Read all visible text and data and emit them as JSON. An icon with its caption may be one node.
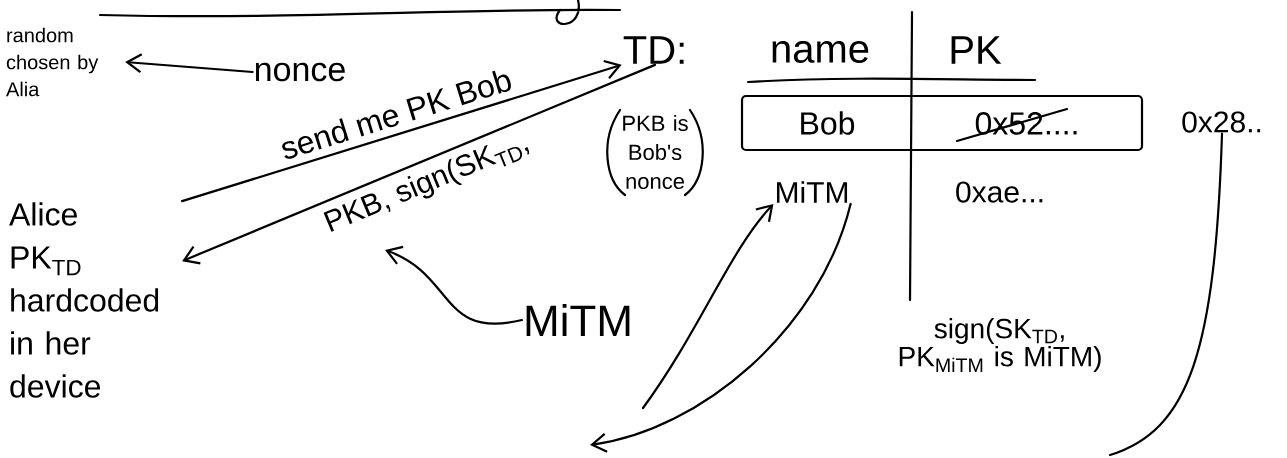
{
  "diagram": {
    "nodes": [
      {
        "text": [
          "random chosen by Alia"
        ]
      },
      {
        "text": [
          "nonce"
        ]
      },
      {
        "text": [
          "Alice",
          "PK$_{TD}$ hardcoded in her device"
        ]
      },
      {
        "text": [
          "TD:"
        ]
      },
      {
        "text": [
          "Bob",
          "0x52...."
        ]
      },
      {
        "text": [
          "0x28.."
        ]
      },
      {
        "text": [
          "MiTM"
        ]
      },
      {
        "text": [
          "MiTM"
        ]
      }
    ],
    "edges": [
      {
        "from": 1,
        "to": 0,
        "arrow": "to"
      },
      {
        "from": 2,
        "to": 3,
        "arrow": "to",
        "label": "send me PK Bob"
      },
      {
        "from": 3,
        "to": 2,
        "arrow": "to",
        "label": "PKB, sign(SK$_{TD}$,"
      },
      {
        "from": 7,
        "to": null,
        "arrow": "to"
      },
      {
        "from": null,
        "to": 6,
        "arrow": "to"
      },
      {
        "from": 6,
        "to": null,
        "arrow": "to",
        "label": "sign(SK$_{TD}$, PK$_{MiTM}$ is MiTM)"
      },
      {
        "from": 5,
        "to": null,
        "arrow": "none"
      }
    ],
    "labels": [
      "name",
      "PK",
      "PKB is Bob's nonce",
      "0xae..."
    ]
  }
}
